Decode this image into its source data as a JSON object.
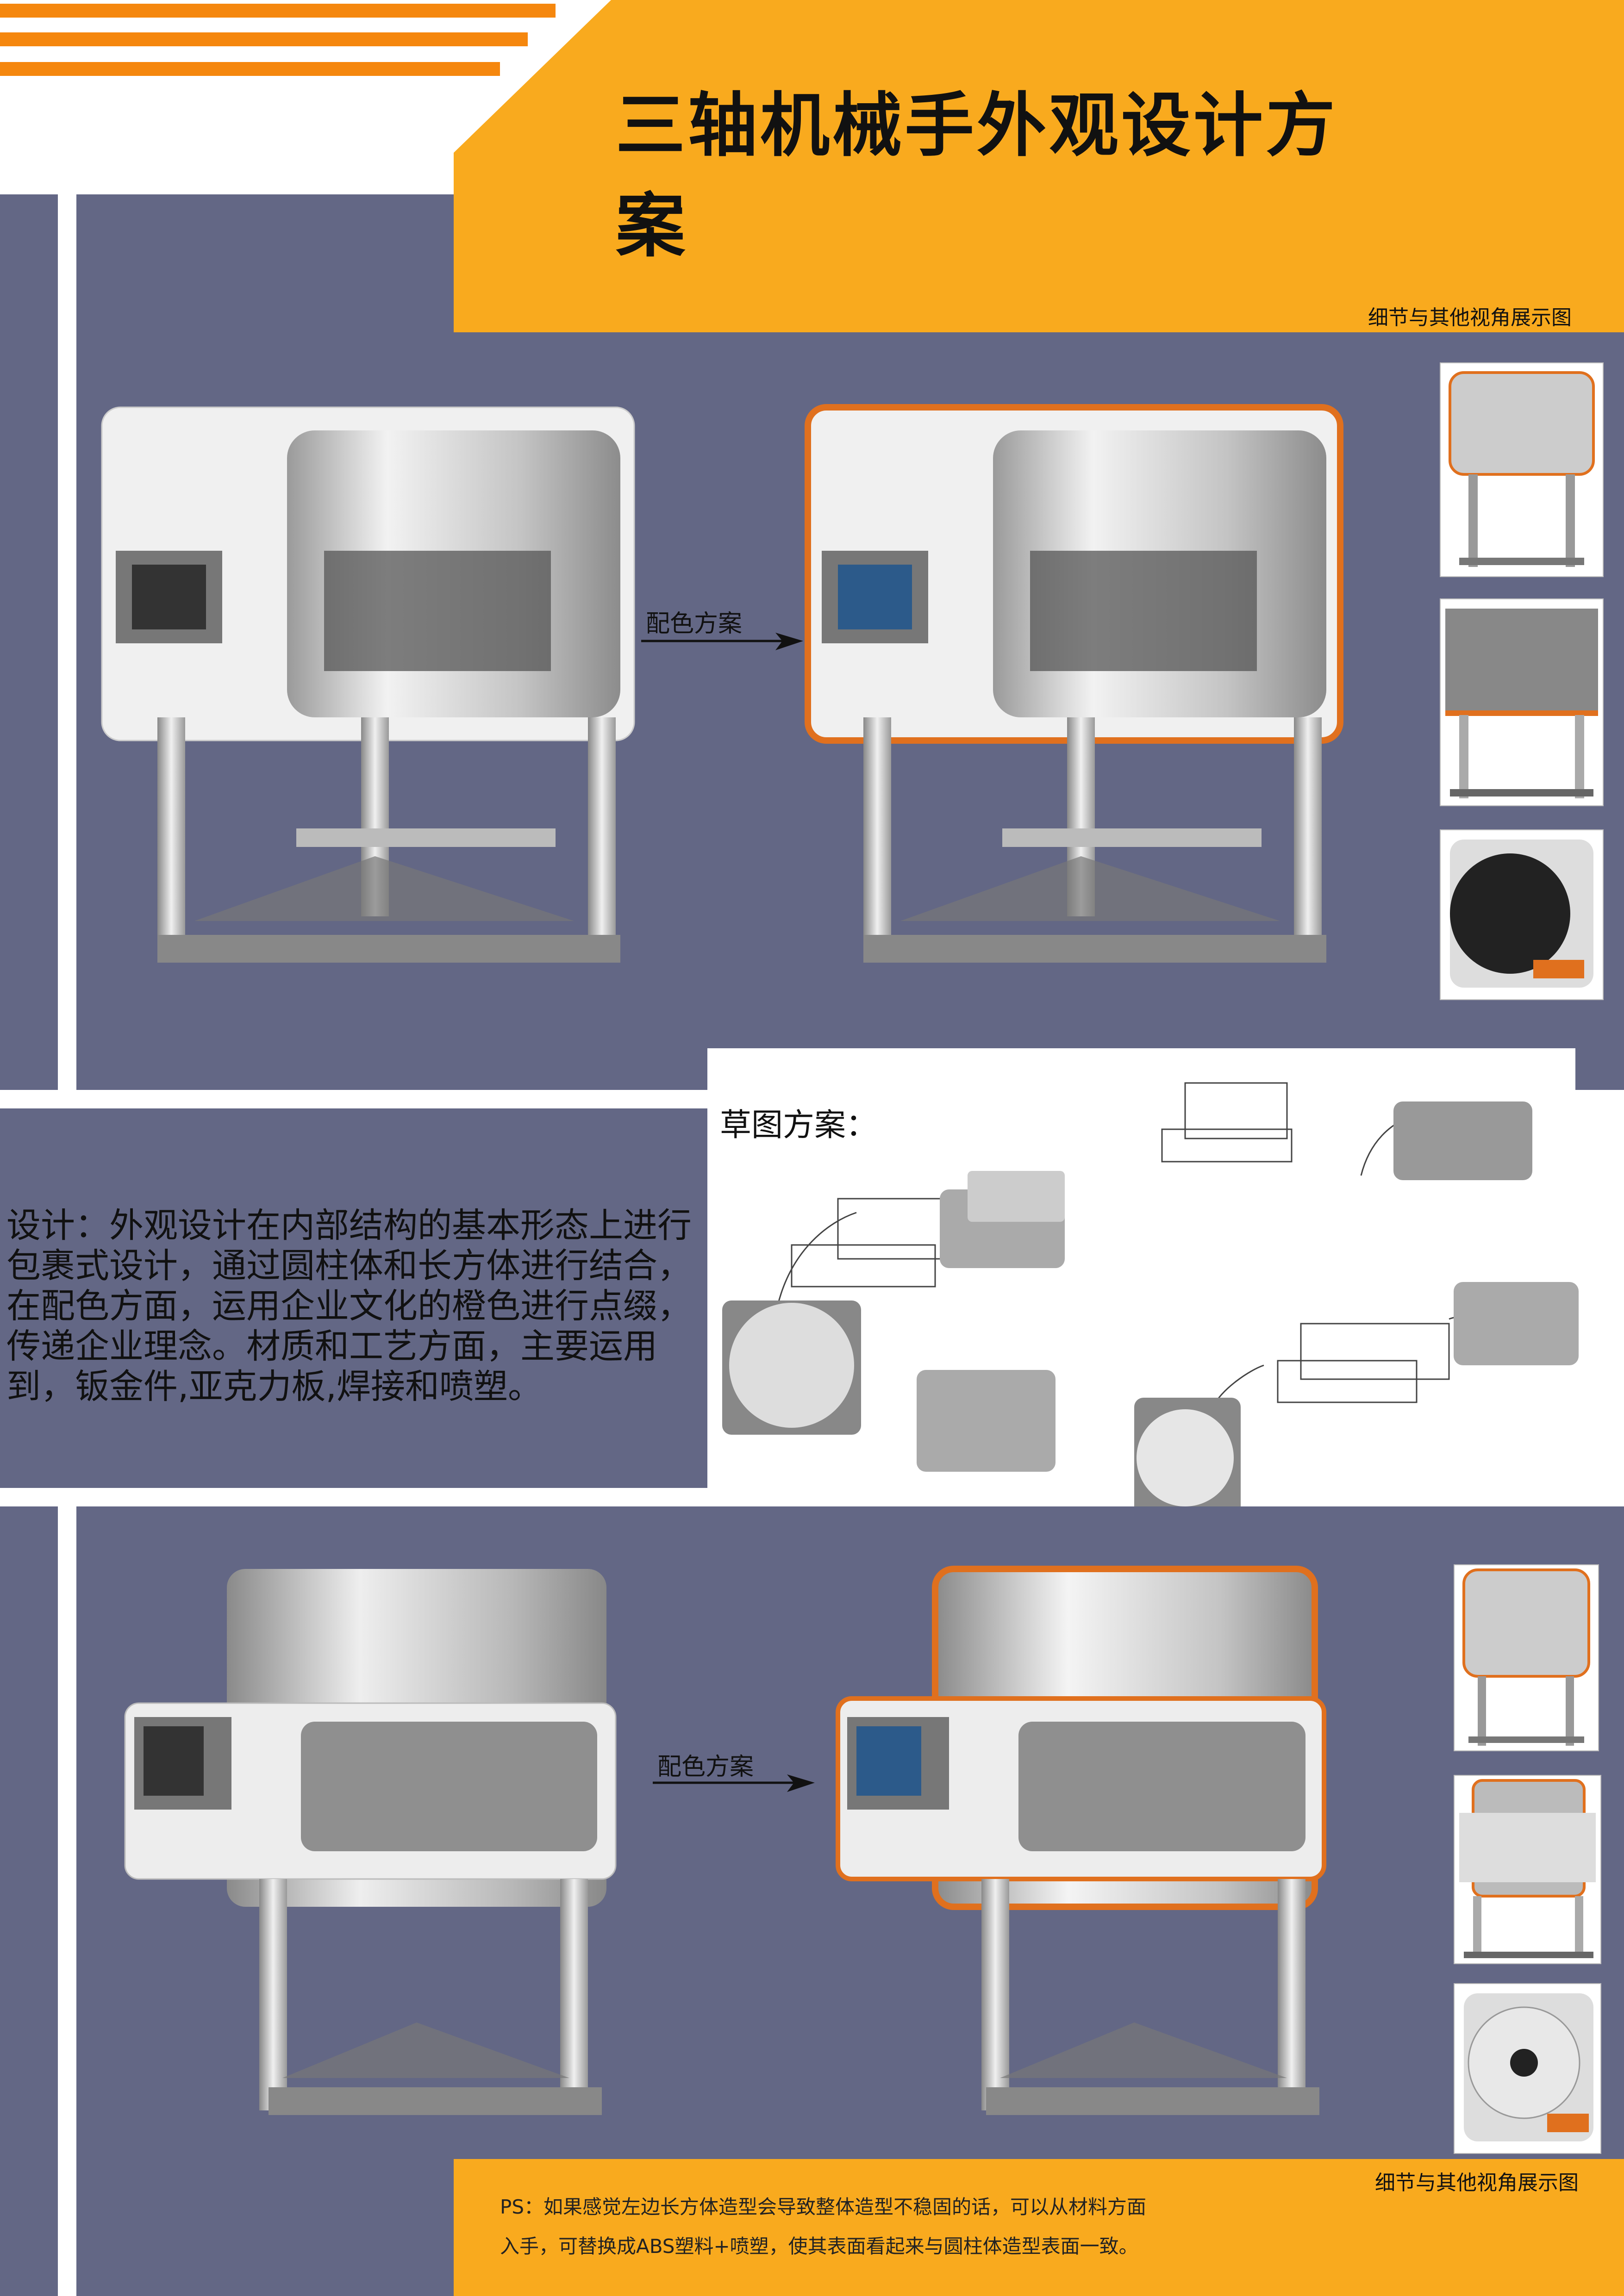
{
  "header": {
    "title": "三轴机械手外观设计方案"
  },
  "section1": {
    "views_caption": "细节与其他视角展示图",
    "arrow_label": "配色方案"
  },
  "sketch": {
    "heading": "草图方案："
  },
  "design_text": "设计：外观设计在内部结构的基本形态上进行包裹式设计，通过圆柱体和长方体进行结合，在配色方面，运用企业文化的橙色进行点缀，传递企业理念。材质和工艺方面，主要运用到，钣金件,亚克力板,焊接和喷塑。",
  "section2": {
    "arrow_label": "配色方案",
    "views_caption": "细节与其他视角展示图"
  },
  "footer": {
    "ps_line1": "PS：如果感觉左边长方体造型会导致整体造型不稳固的话，可以从材料方面",
    "ps_line2": "入手，可替换成ABS塑料+喷塑，使其表面看起来与圆柱体造型表面一致。"
  },
  "colors": {
    "accent_orange": "#F9AA1E",
    "stripe_orange": "#F5870E",
    "panel_slate": "#636785",
    "trim_orange": "#E0701E"
  }
}
